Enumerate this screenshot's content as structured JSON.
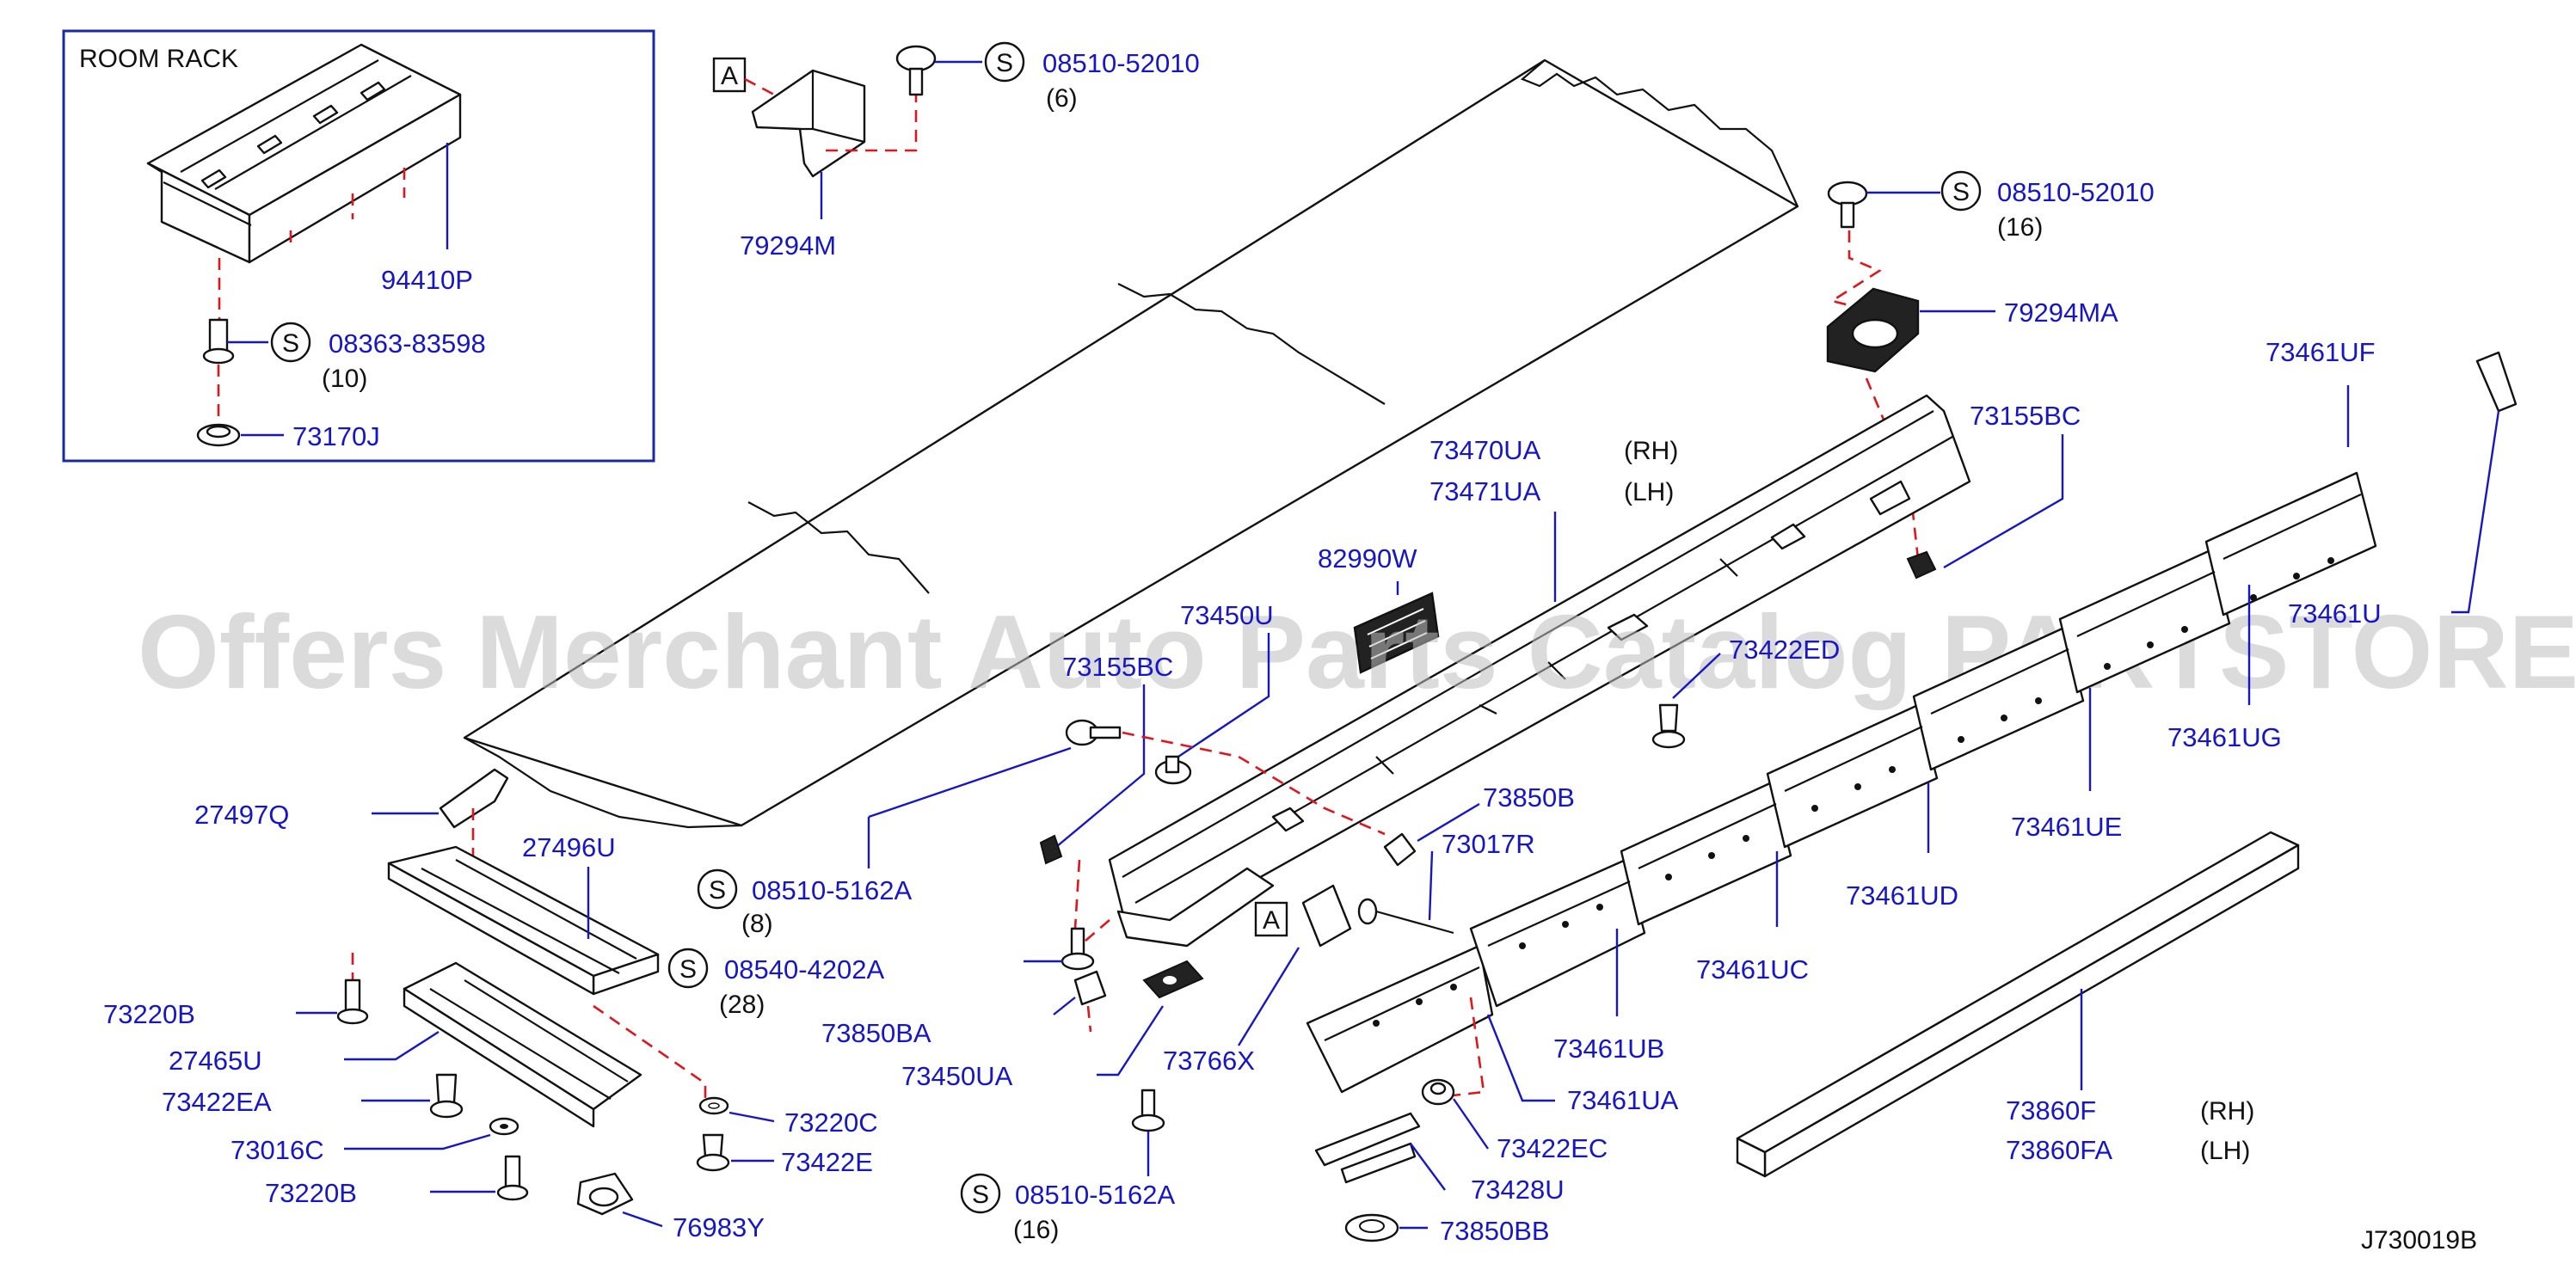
{
  "inset": {
    "title": "ROOM   RACK"
  },
  "labels": {
    "p94410P": "94410P",
    "s08363": "08363-83598",
    "q10": "(10)",
    "p73170J": "73170J",
    "p79294M": "79294M",
    "s08510_52010_a": "08510-52010",
    "q6": "(6)",
    "s08510_52010_b": "08510-52010",
    "q16a": "(16)",
    "p79294MA": "79294MA",
    "p73155BC": "73155BC",
    "p73470UA": "73470UA",
    "rh1": "(RH)",
    "p73471UA": "73471UA",
    "lh1": "(LH)",
    "p82990W": "82990W",
    "p73450U": "73450U",
    "p73155BC_b": "73155BC",
    "p73422ED": "73422ED",
    "p73461UF": "73461UF",
    "p73461U": "73461U",
    "p73461UG": "73461UG",
    "p73461UE": "73461UE",
    "p73461UD": "73461UD",
    "p73461UC": "73461UC",
    "p73461UB": "73461UB",
    "p73461UA": "73461UA",
    "p73850B": "73850B",
    "p73017R": "73017R",
    "p27497Q": "27497Q",
    "p27496U": "27496U",
    "s08510_5162A_a": "08510-5162A",
    "q8": "(8)",
    "s08540": "08540-4202A",
    "q28": "(28)",
    "p73220B_a": "73220B",
    "p27465U": "27465U",
    "p73422EA": "73422EA",
    "p73016C": "73016C",
    "p73220B_b": "73220B",
    "p73220C": "73220C",
    "p73422E": "73422E",
    "p76983Y": "76983Y",
    "p73850BA": "73850BA",
    "p73450UA": "73450UA",
    "p73766X": "73766X",
    "s08510_5162A_b": "08510-5162A",
    "q16b": "(16)",
    "p73422EC": "73422EC",
    "p73428U": "73428U",
    "p73850BB": "73850BB",
    "p73860F": "73860F",
    "rh2": "(RH)",
    "p73860FA": "73860FA",
    "lh2": "(LH)",
    "diagram_id": "J730019B",
    "callout_a": "A",
    "s_marker": "S"
  },
  "watermark": "Offers Merchant Auto Parts Catalog PARTSTORE.SA",
  "colors": {
    "label": "#1616c8",
    "leader_dash": "#e0161e",
    "frame": "#1a2aa0",
    "line": "#111111"
  }
}
